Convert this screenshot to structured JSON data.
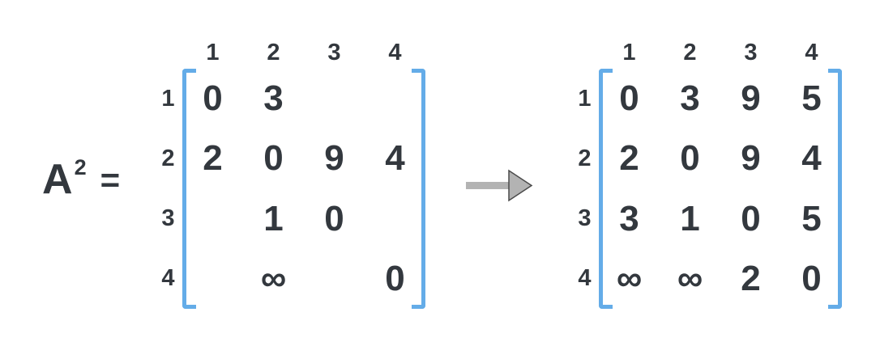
{
  "label": {
    "base": "A",
    "exponent": "2",
    "equals": "="
  },
  "colors": {
    "text": "#33383E",
    "bracket": "#64ACE8",
    "arrow": "#B3B3B3",
    "arrow_edge": "#4A4A4A",
    "background": "#FFFFFF"
  },
  "arrow": {
    "icon": "right-arrow"
  },
  "matrices": [
    {
      "name": "A2-partial",
      "col_headers": [
        "1",
        "2",
        "3",
        "4"
      ],
      "row_headers": [
        "1",
        "2",
        "3",
        "4"
      ],
      "cells": [
        [
          "0",
          "3",
          "",
          ""
        ],
        [
          "2",
          "0",
          "9",
          "4"
        ],
        [
          "",
          "1",
          "0",
          ""
        ],
        [
          "",
          "∞",
          "",
          "0"
        ]
      ]
    },
    {
      "name": "A2-complete",
      "col_headers": [
        "1",
        "2",
        "3",
        "4"
      ],
      "row_headers": [
        "1",
        "2",
        "3",
        "4"
      ],
      "cells": [
        [
          "0",
          "3",
          "9",
          "5"
        ],
        [
          "2",
          "0",
          "9",
          "4"
        ],
        [
          "3",
          "1",
          "0",
          "5"
        ],
        [
          "∞",
          "∞",
          "2",
          "0"
        ]
      ]
    }
  ]
}
